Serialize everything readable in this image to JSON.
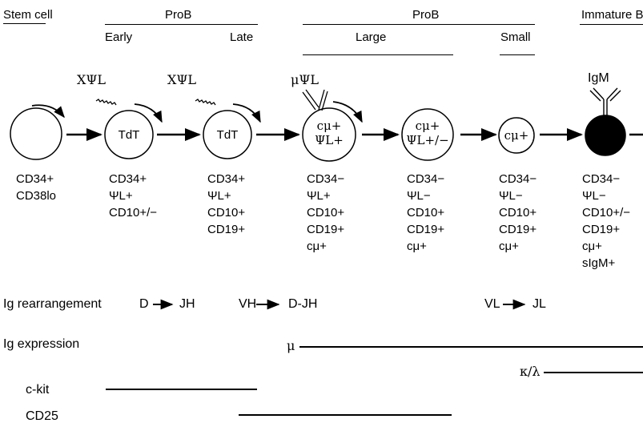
{
  "stages": {
    "stem_cell": "Stem cell",
    "prob_early_late": "ProB",
    "early": "Early",
    "late": "Late",
    "prob_large_small": "ProB",
    "large": "Large",
    "small": "Small",
    "immature": "Immature B"
  },
  "signals": {
    "xpsil_1": "XΨL",
    "xpsil_2": "XΨL",
    "mupsil": "μΨL",
    "igm": "IgM"
  },
  "cells": {
    "early": {
      "label": "TdT"
    },
    "late": {
      "label": "TdT"
    },
    "large": {
      "line1": "cμ+",
      "line2": "ΨL+"
    },
    "large2": {
      "line1": "cμ+",
      "line2": "ΨL+/−"
    },
    "small": {
      "label": "cμ+"
    }
  },
  "markers": {
    "stem": "CD34+\nCD38lo",
    "early": "CD34+\nΨL+\nCD10+/−",
    "late": "CD34+\nΨL+\nCD10+\nCD19+",
    "large": "CD34−\nΨL+\nCD10+\nCD19+\ncμ+",
    "large2": "CD34−\nΨL−\nCD10+\nCD19+\ncμ+",
    "small": "CD34−\nΨL−\nCD10+\nCD19+\ncμ+",
    "immature": "CD34−\nΨL−\nCD10+/−\nCD19+\ncμ+\nsIgM+"
  },
  "rows": {
    "ig_rearrangement": "Ig rearrangement",
    "rearr_d": "D",
    "rearr_jh": "JH",
    "rearr_vh": "VH",
    "rearr_djh": "D-JH",
    "rearr_vl": "VL",
    "rearr_jl": "JL",
    "ig_expression": "Ig expression",
    "mu": "μ",
    "kappa_lambda": "κ/λ",
    "ckit": "c-kit",
    "cd25": "CD25"
  }
}
